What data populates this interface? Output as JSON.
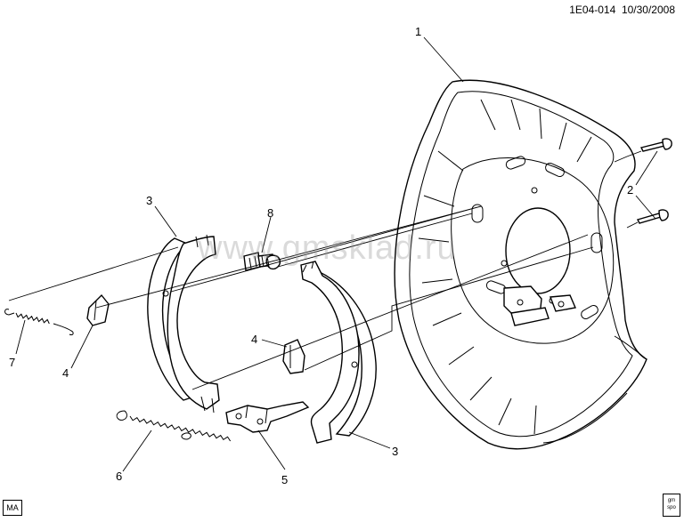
{
  "header": {
    "diagram_id": "1E04-014",
    "date": "10/30/2008"
  },
  "watermark": "www.gmsklad.ru",
  "callouts": {
    "c1": "1",
    "c2": "2",
    "c3a": "3",
    "c3b": "3",
    "c4a": "4",
    "c4b": "4",
    "c5": "5",
    "c6": "6",
    "c7": "7",
    "c8": "8"
  },
  "footer": {
    "ma_label": "MA",
    "logo_top": "gm",
    "logo_bottom": "spo"
  }
}
